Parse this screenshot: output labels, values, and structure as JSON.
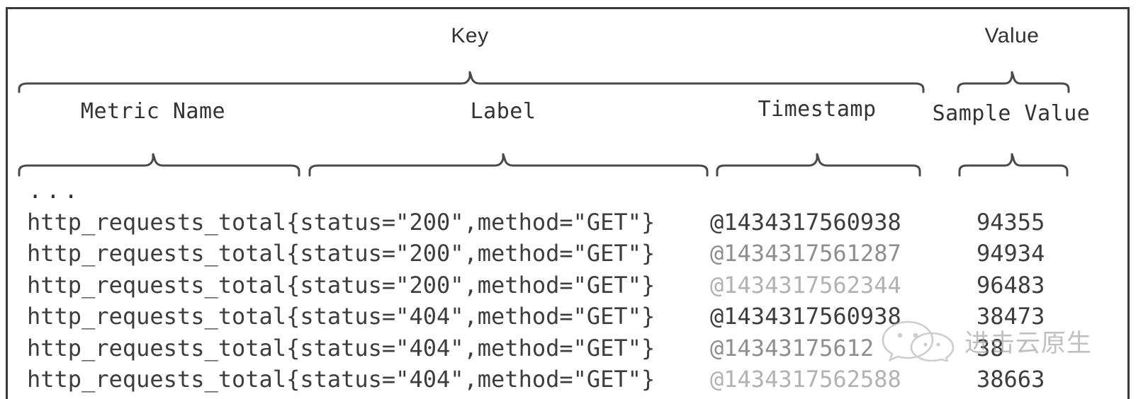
{
  "figure": {
    "kind": "prometheus-sample-format-diagram",
    "groups": {
      "top": [
        {
          "id": "key",
          "label": "Key"
        },
        {
          "id": "value",
          "label": "Value"
        }
      ],
      "bottom": [
        {
          "id": "metric-name",
          "label": "Metric Name"
        },
        {
          "id": "label",
          "label": "Label"
        },
        {
          "id": "timestamp",
          "label": "Timestamp"
        },
        {
          "id": "sample-value",
          "label": "Sample Value"
        }
      ]
    }
  },
  "colors": {
    "border": "#3a3a3a",
    "brace": "#4a4a4a",
    "text_dark": "#3d3d3d",
    "text_mid": "#8e8e8e",
    "text_light": "#b2b2b2",
    "background": "#ffffff"
  },
  "rows": [
    {
      "ellipsis": "...",
      "series": "",
      "timestamp": "",
      "value": "",
      "ts_tone": "g-dark"
    },
    {
      "series": "http_requests_total{status=\"200\",method=\"GET\"}",
      "timestamp": "@1434317560938",
      "value": "94355",
      "ts_tone": "g-dark"
    },
    {
      "series": "http_requests_total{status=\"200\",method=\"GET\"}",
      "timestamp": "@1434317561287",
      "value": "94934",
      "ts_tone": "g-mid"
    },
    {
      "series": "http_requests_total{status=\"200\",method=\"GET\"}",
      "timestamp": "@1434317562344",
      "value": "96483",
      "ts_tone": "g-light"
    },
    {
      "series": "http_requests_total{status=\"404\",method=\"GET\"}",
      "timestamp": "@1434317560938",
      "value": "38473",
      "ts_tone": "g-dark"
    },
    {
      "series": "http_requests_total{status=\"404\",method=\"GET\"}",
      "timestamp": "@14343175612",
      "value": "38",
      "ts_tone": "g-mid"
    },
    {
      "series": "http_requests_total{status=\"404\",method=\"GET\"}",
      "timestamp": "@1434317562588",
      "value": "38663",
      "ts_tone": "g-light"
    }
  ],
  "watermark": {
    "text": "进击云原生",
    "icon": "wechat-logo"
  }
}
